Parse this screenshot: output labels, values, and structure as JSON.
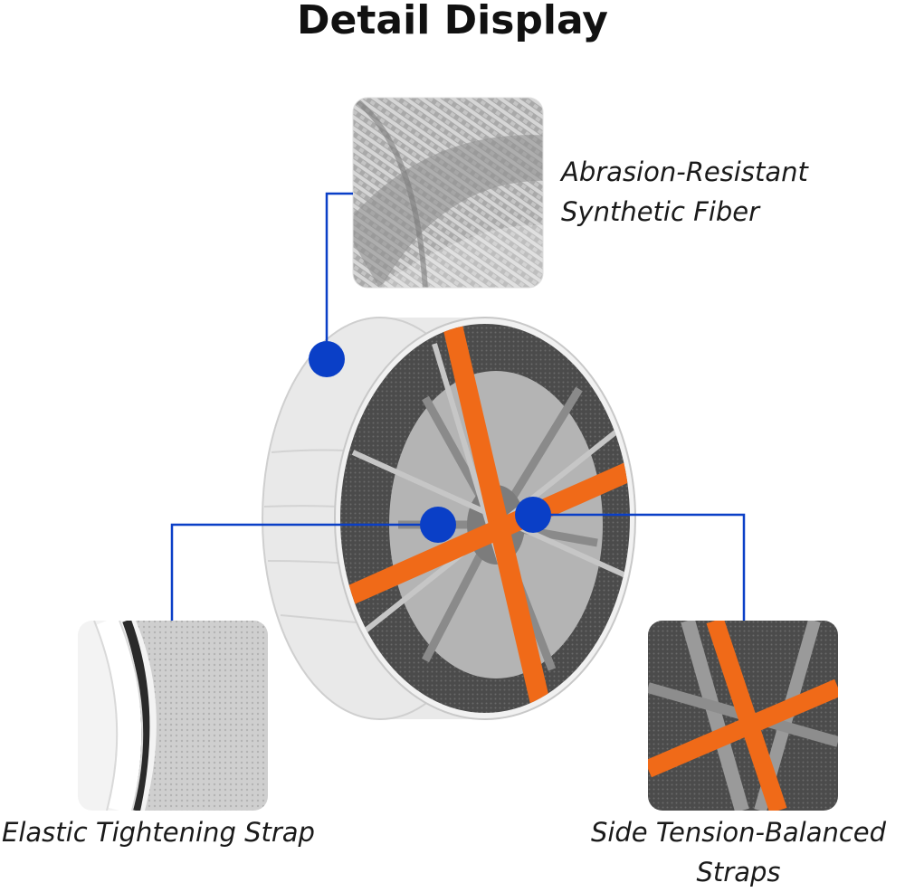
{
  "title": "Detail Display",
  "callouts": {
    "fiber": {
      "line1": "Abrasion-Resistant",
      "line2": "Synthetic Fiber"
    },
    "elastic": {
      "label": "Elastic Tightening Strap"
    },
    "straps": {
      "line1": "Side Tension-Balanced",
      "line2": "Straps"
    }
  },
  "colors": {
    "accent_blue": "#0a3fc7",
    "strap_orange": "#f06a18",
    "fabric_gray": "#5a5a5a",
    "cover_white": "#eeeeee"
  }
}
